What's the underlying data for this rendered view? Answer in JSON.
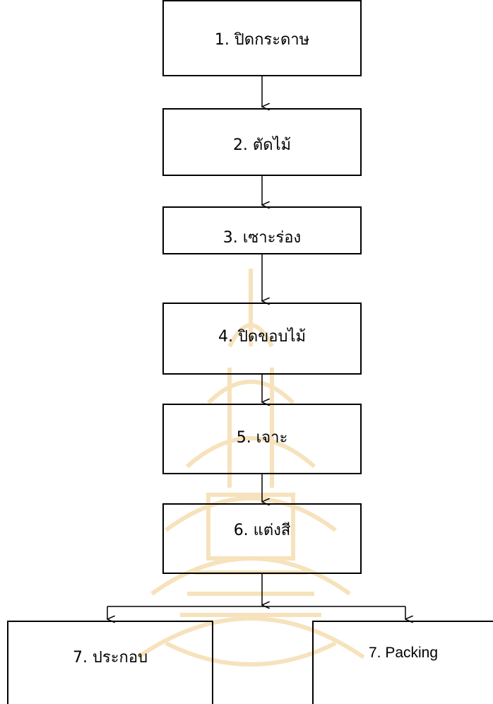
{
  "flowchart": {
    "steps": [
      {
        "id": "1",
        "label": "1. ปิดกระดาษ"
      },
      {
        "id": "2",
        "label": "2. ตัดไม้"
      },
      {
        "id": "3",
        "label": "3. เซาะร่อง"
      },
      {
        "id": "4",
        "label": "4. ปิดขอบไม้"
      },
      {
        "id": "5",
        "label": "5. เจาะ"
      },
      {
        "id": "6",
        "label": "6. แต่งสี"
      },
      {
        "id": "7a",
        "label": "7. ประกอบ"
      },
      {
        "id": "7b",
        "label": "7. Packing"
      }
    ]
  },
  "colors": {
    "line": "#000000",
    "watermark": "#f3d9a6"
  }
}
